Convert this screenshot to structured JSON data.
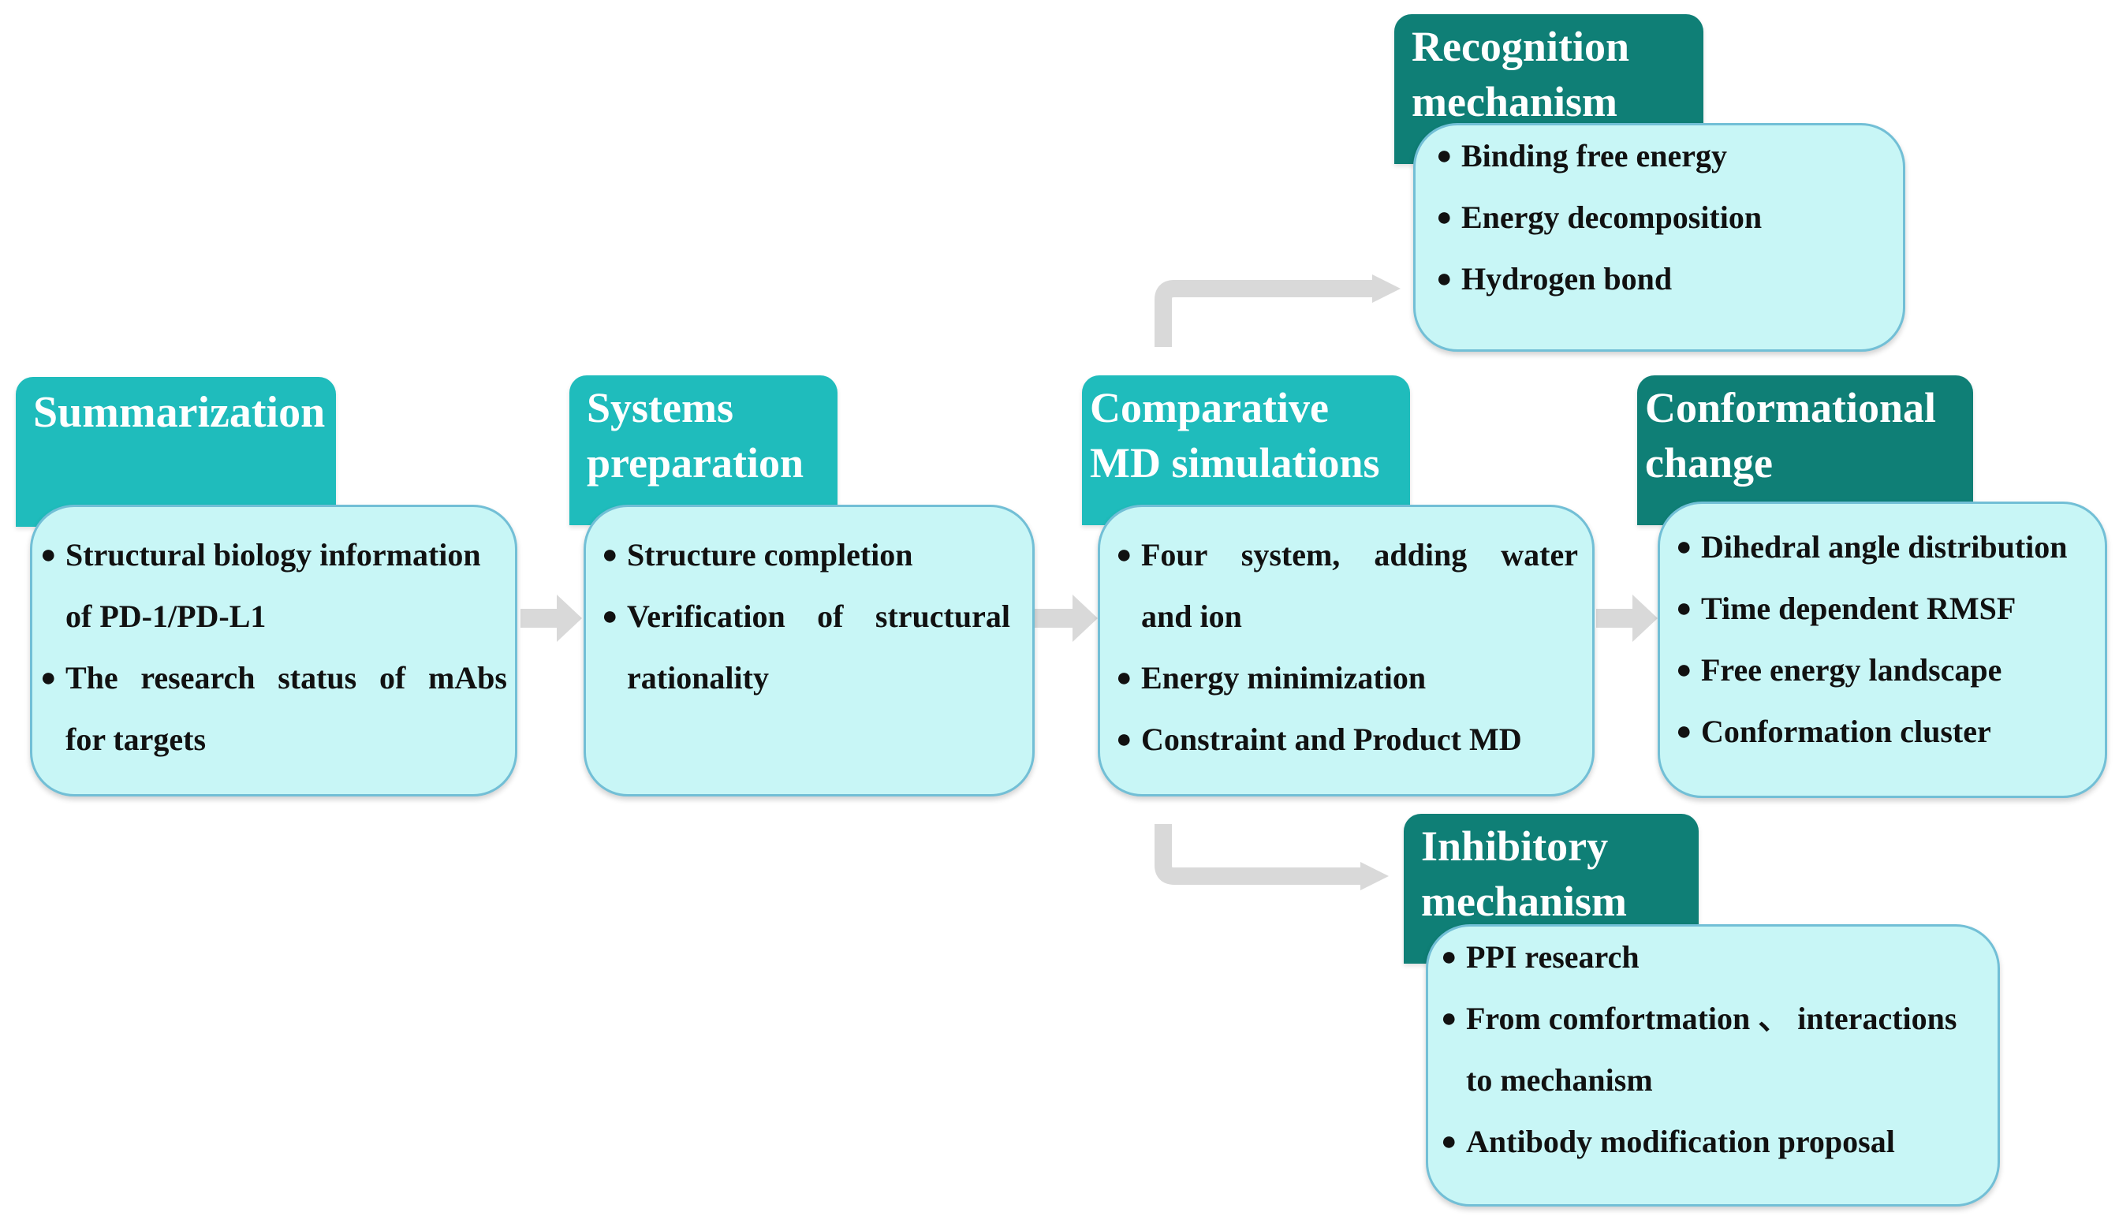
{
  "colors": {
    "tab_light": "#1fbcbc",
    "tab_dark": "#0f7f76",
    "card_fill": "#c8f6f6",
    "card_border": "#72bfd6",
    "arrow": "#d9d9d9"
  },
  "bullet": "●",
  "summarization": {
    "title": "Summarization",
    "items": [
      {
        "lines": [
          "Structural biology information",
          "of PD-1/PD-L1"
        ]
      },
      {
        "lines": [
          "The research  status of mAbs",
          "for targets"
        ]
      }
    ]
  },
  "systems": {
    "title_lines": [
      "Systems",
      "preparation"
    ],
    "items": [
      {
        "lines": [
          "Structure completion"
        ]
      },
      {
        "lines": [
          "Verification of structural",
          "rationality"
        ]
      }
    ]
  },
  "comparative": {
    "title_lines": [
      "Comparative",
      "MD simulations"
    ],
    "items": [
      {
        "lines": [
          "Four system, adding water",
          "and ion"
        ]
      },
      {
        "lines": [
          "Energy minimization"
        ]
      },
      {
        "lines": [
          "Constraint and Product MD"
        ]
      }
    ]
  },
  "conformational": {
    "title_lines": [
      "Conformational",
      "change"
    ],
    "items": [
      {
        "lines": [
          "Dihedral angle distribution"
        ]
      },
      {
        "lines": [
          "Time dependent RMSF"
        ]
      },
      {
        "lines": [
          "Free energy landscape"
        ]
      },
      {
        "lines": [
          "Conformation cluster"
        ]
      }
    ]
  },
  "recognition": {
    "title_lines": [
      "Recognition",
      "mechanism"
    ],
    "items": [
      {
        "lines": [
          "Binding free energy"
        ]
      },
      {
        "lines": [
          "Energy decomposition"
        ]
      },
      {
        "lines": [
          "Hydrogen bond"
        ]
      }
    ]
  },
  "inhibitory": {
    "title_lines": [
      "Inhibitory",
      "mechanism"
    ],
    "items": [
      {
        "lines": [
          "PPI research"
        ]
      },
      {
        "lines": [
          "From comfortmation 、 interactions",
          "to mechanism"
        ]
      },
      {
        "lines": [
          "Antibody modification proposal"
        ]
      }
    ]
  }
}
